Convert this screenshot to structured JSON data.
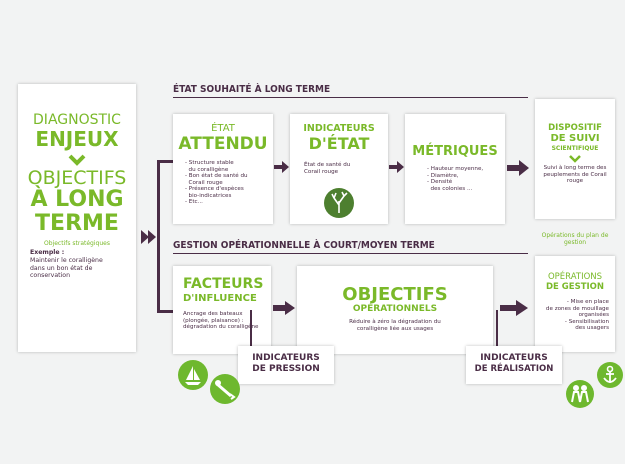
{
  "left_panel": {
    "diagnostic": "DIAGNOSTIC",
    "enjeux": "ENJEUX",
    "objectifs": "OBJECTIFS",
    "a_long": "À LONG",
    "terme": "TERME",
    "strategic": "Objectifs stratégiques",
    "example_label": "Exemple :",
    "example_text": "Maintenir le coralligène dans un bon état de conservation"
  },
  "top_section": {
    "title": "ÉTAT SOUHAITÉ À LONG TERME",
    "etat_attendu": {
      "line1": "ÉTAT",
      "line2": "ATTENDU",
      "bullets": "- Structure stable\n  du coralligène\n- Bon état de santé du\n  Corail rouge\n- Présence d'espèces\n  bio-indicatrices\n- Etc..."
    },
    "indicateurs_etat": {
      "line1": "INDICATEURS",
      "line2": "D'ÉTAT",
      "text": "État de santé du Corail rouge"
    },
    "metriques": {
      "title": "MÉTRIQUES",
      "bullets": "- Hauteur moyenne,\n- Diamètre,\n- Densité\n  des colonies ..."
    },
    "dispositif": {
      "line1": "Dispositif",
      "line2": "de suivi",
      "line3": "scientifique",
      "text": "Suivi à long terme des peuplements de Corail rouge"
    }
  },
  "bottom_section": {
    "title": "GESTION OPÉRATIONNELLE À COURT/MOYEN TERME",
    "facteurs": {
      "line1": "FACTEURS",
      "line2": "D'INFLUENCE",
      "text": "Ancrage des bateaux (plongée, plaisance) : dégradation du coralligène"
    },
    "objectifs_op": {
      "line1": "OBJECTIFS",
      "line2": "OPÉRATIONNELS",
      "text": "Réduire à zéro la dégradation du coralligène liée aux usages"
    },
    "operations_label": "Opérations du plan de gestion",
    "operations": {
      "line1": "Opérations",
      "line2": "de gestion",
      "bullets": "- Mise en place\nde zones de mouillage\norganisées\n- Sensibilisation\ndes usagers"
    },
    "pression": {
      "line1": "INDICATEURS",
      "line2": "DE PRESSION"
    },
    "realisation": {
      "line1": "INDICATEURS",
      "line2": "DE RÉALISATION"
    }
  },
  "icons": [
    "sailboat-icon",
    "diver-icon",
    "coral-icon",
    "people-icon",
    "anchor-icon"
  ],
  "colors": {
    "green": "#7ab929",
    "purple": "#4a2d46",
    "background": "#f2f3f3"
  }
}
